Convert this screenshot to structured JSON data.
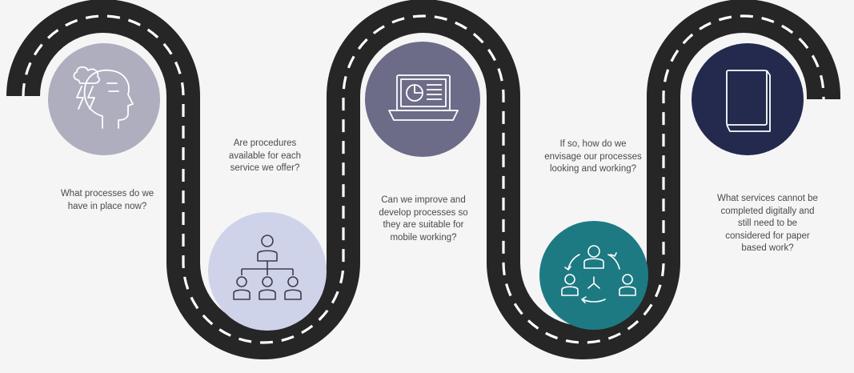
{
  "steps": [
    {
      "question": "What processes do we\nhave in place now?",
      "icon": "head-thinking-icon",
      "circle_color": "#aeaebf"
    },
    {
      "question": "Are procedures\navailable for each\nservice we offer?",
      "icon": "org-chart-icon",
      "circle_color": "#cfd3ea"
    },
    {
      "question": "Can we improve and\ndevelop processes so\nthey are suitable for\nmobile working?",
      "icon": "laptop-dashboard-icon",
      "circle_color": "#6c6c89"
    },
    {
      "question": "If so, how do we\nenvisage our processes\nlooking and working?",
      "icon": "team-collaboration-icon",
      "circle_color": "#1d7a83"
    },
    {
      "question": "What services cannot be\ncompleted digitally and\nstill need to be\nconsidered for paper\nbased work?",
      "icon": "book-icon",
      "circle_color": "#232a4e"
    }
  ],
  "road": {
    "asphalt_color": "#262626",
    "marking_color": "#ffffff"
  }
}
